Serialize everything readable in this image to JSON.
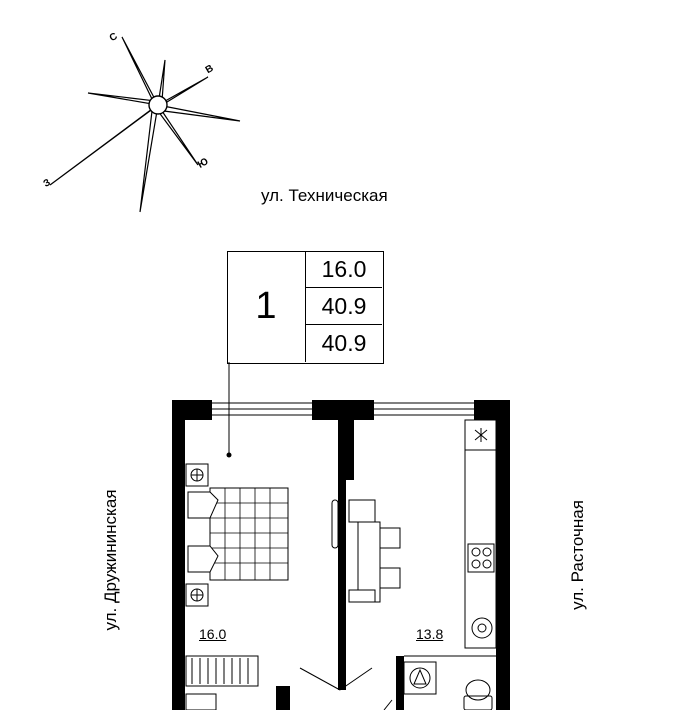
{
  "compass": {
    "north": "С",
    "east": "В",
    "south": "Ю",
    "west": "З"
  },
  "streets": {
    "top": "ул. Техническая",
    "left": "ул. Дружининская",
    "right": "ул. Расточная"
  },
  "apartment": {
    "rooms": "1",
    "living_area": "16.0",
    "total_area": "40.9",
    "total_area_with_balcony": "40.9"
  },
  "rooms": {
    "bedroom_area": "16.0",
    "kitchen_area": "13.8"
  },
  "colors": {
    "wall": "#000000",
    "line": "#000000",
    "fixture": "#555555",
    "background": "#ffffff"
  }
}
